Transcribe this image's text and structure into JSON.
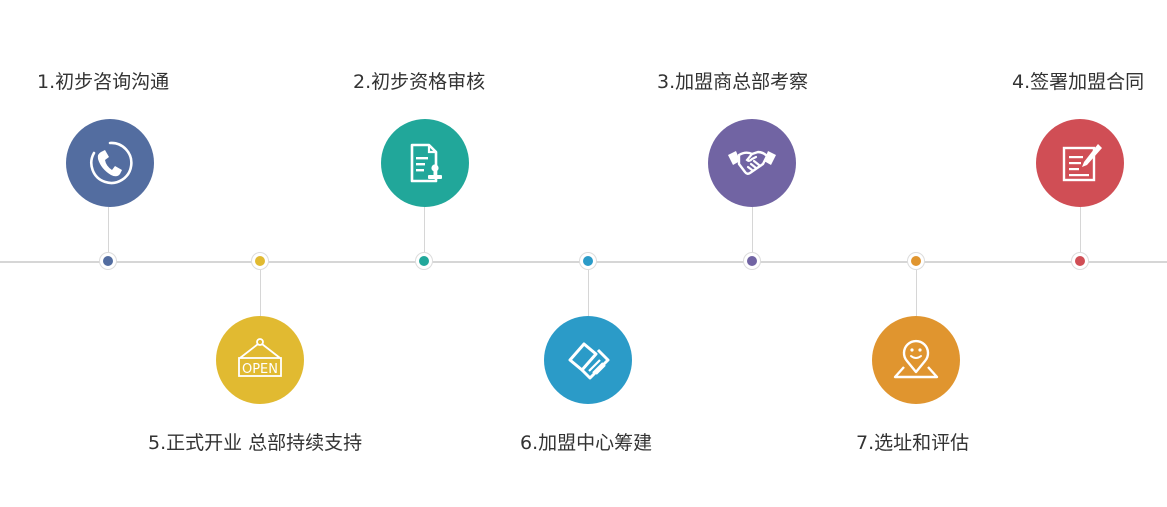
{
  "steps": [
    {
      "label": "1.初步咨询沟通",
      "color": "#536da0",
      "icon": "phone-icon"
    },
    {
      "label": "2.初步资格审核",
      "color": "#21a79a",
      "icon": "document-stamp-icon"
    },
    {
      "label": "3.加盟商总部考察",
      "color": "#7164a3",
      "icon": "handshake-icon"
    },
    {
      "label": "4.签署加盟合同",
      "color": "#d04e55",
      "icon": "contract-pen-icon"
    },
    {
      "label": "5.正式开业 总部持续支持",
      "color": "#e1ba31",
      "icon": "open-sign-icon"
    },
    {
      "label": "6.加盟中心筹建",
      "color": "#2b9bc8",
      "icon": "construction-icon"
    },
    {
      "label": "7.选址和评估",
      "color": "#e0952f",
      "icon": "location-pin-icon"
    }
  ],
  "sign": {
    "text": "OPEN"
  }
}
